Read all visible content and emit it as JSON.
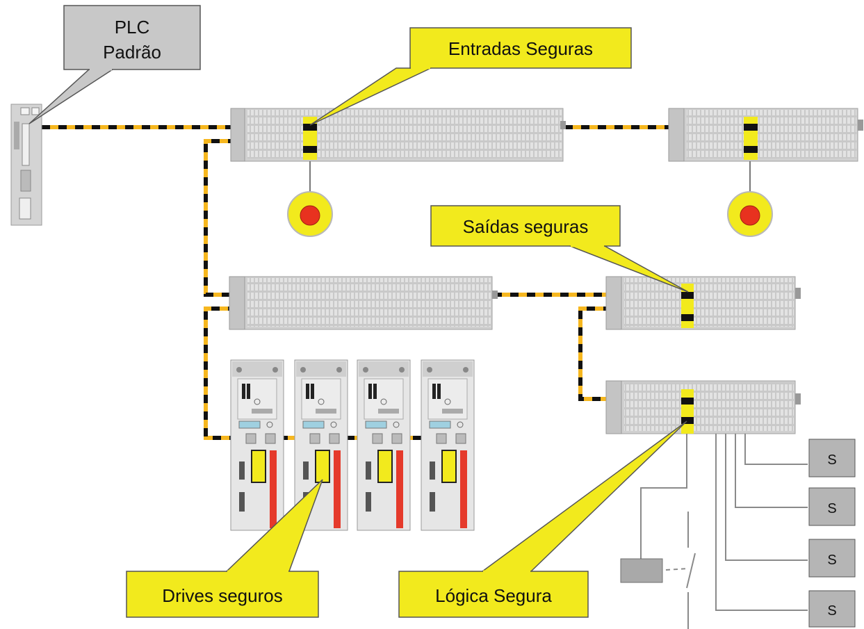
{
  "callouts": {
    "plc": {
      "line1": "PLC",
      "line2": "Padrão"
    },
    "safe_inputs": "Entradas Seguras",
    "safe_outputs": "Saídas seguras",
    "safe_drives": "Drives seguros",
    "safe_logic": "Lógica Segura"
  },
  "sensor_label": "S",
  "colors": {
    "callout_yellow": "#f2ea1d",
    "callout_gray": "#c8c8c8",
    "cable_yellow": "#f6b71f",
    "cable_black": "#111111",
    "module_gray": "#cfcfcf",
    "estop_red": "#e8321f",
    "drive_red": "#e53a2b"
  }
}
